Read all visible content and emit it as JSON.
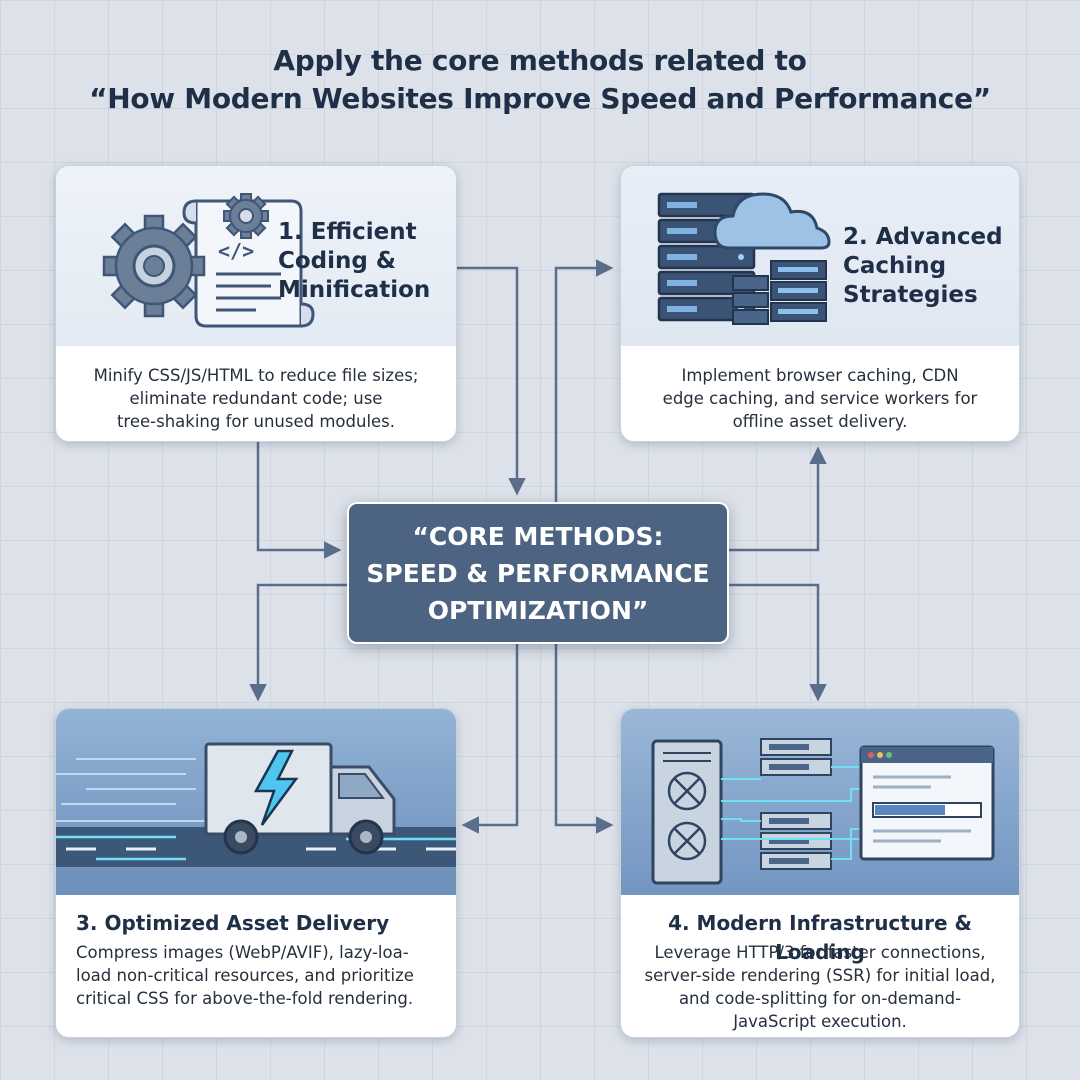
{
  "title": {
    "line1": "Apply the core methods related to",
    "line2": "“How Modern Websites Improve Speed and Performance”"
  },
  "center": {
    "line1": "“CORE METHODS:",
    "line2": "SPEED & PERFORMANCE",
    "line3": "OPTIMIZATION”"
  },
  "cards": [
    {
      "heading_lines": [
        "1. Efficient",
        "Coding &",
        "Minification"
      ],
      "desc_lines": [
        "Minify CSS/JS/HTML to reduce file sizes;",
        "eliminate redundant code; use",
        "tree-shaking for unused modules."
      ],
      "icon": "gear-code-document-icon"
    },
    {
      "heading_lines": [
        "2. Advanced",
        "Caching",
        "Strategies"
      ],
      "desc_lines": [
        "Implement browser caching, CDN",
        "edge caching, and service workers for",
        "offline asset delivery."
      ],
      "icon": "server-cloud-icon"
    },
    {
      "heading": "3. Optimized Asset Delivery",
      "desc_lines": [
        "Compress images (WebP/AVIF), lazy-loa-",
        "load non-critical resources, and prioritize",
        "critical CSS for above-the-fold rendering."
      ],
      "icon": "fast-truck-icon"
    },
    {
      "heading": "4. Modern Infrastructure & Loading",
      "desc_lines": [
        "Leverage HTTP/3 for faster connections,",
        "server-side rendering (SSR) for initial load,",
        "and code-splitting for on-demand-",
        "JavaScript execution."
      ],
      "icon": "server-browser-icon"
    }
  ],
  "colors": {
    "background": "#dde2ea",
    "center_box": "#4c6381",
    "heading_text": "#1e2f47",
    "connector": "#5a6e8c"
  }
}
